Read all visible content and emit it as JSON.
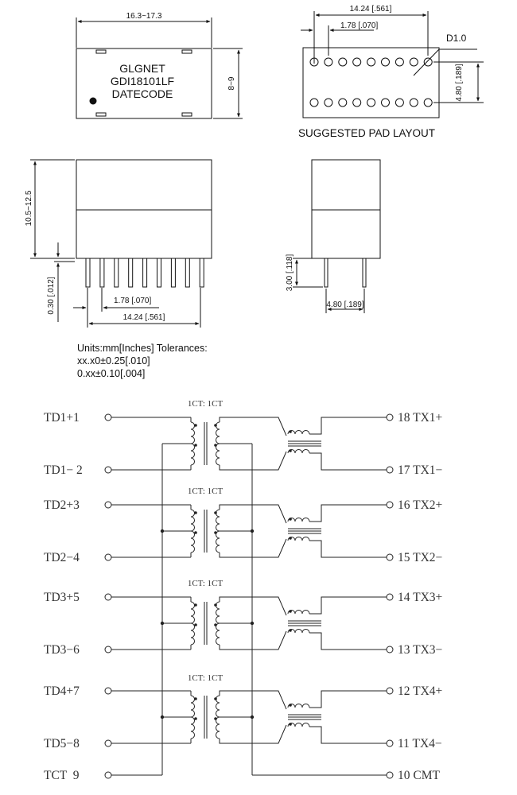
{
  "top_view": {
    "width_dim": "16.3~17.3",
    "height_dim": "8~9",
    "brand": "GLGNET",
    "part_number": "GDI18101LF",
    "datecode": "DATECODE"
  },
  "pad_layout": {
    "overall_dim": "14.24 [.561]",
    "pitch_dim": "1.78 [.070]",
    "drill_dim": "D1.0",
    "row_spacing_dim": "4.80 [.189]",
    "caption": "SUGGESTED PAD LAYOUT"
  },
  "side_view": {
    "height_dim": "10.5~12.5",
    "standoff_dim": "0.30 [.012]",
    "pitch_dim": "1.78 [.070]",
    "overall_dim": "14.24 [.561]"
  },
  "end_view": {
    "pin_length_dim": "3.00 [.118]",
    "row_spacing_dim": "4.80 [.189]"
  },
  "tolerances": {
    "line1": "Units:mm[Inches] Tolerances:",
    "line2": "xx.x0±0.25[.010]",
    "line3": "0.xx±0.10[.004]"
  },
  "schematic": {
    "ratio_labels": [
      "1CT: 1CT",
      "1CT: 1CT",
      "1CT: 1CT",
      "1CT: 1CT"
    ],
    "left_pins": [
      "TD1+1",
      "TD1− 2",
      "TD2+3",
      "TD2−4",
      "TD3+5",
      "TD3−6",
      "TD4+7",
      "TD5−8",
      "TCT  9"
    ],
    "right_pins": [
      "18 TX1+",
      "17 TX1−",
      "16 TX2+",
      "15 TX2−",
      "14 TX3+",
      "13 TX3−",
      "12 TX4+",
      "11 TX4−",
      "10 CMT"
    ]
  }
}
